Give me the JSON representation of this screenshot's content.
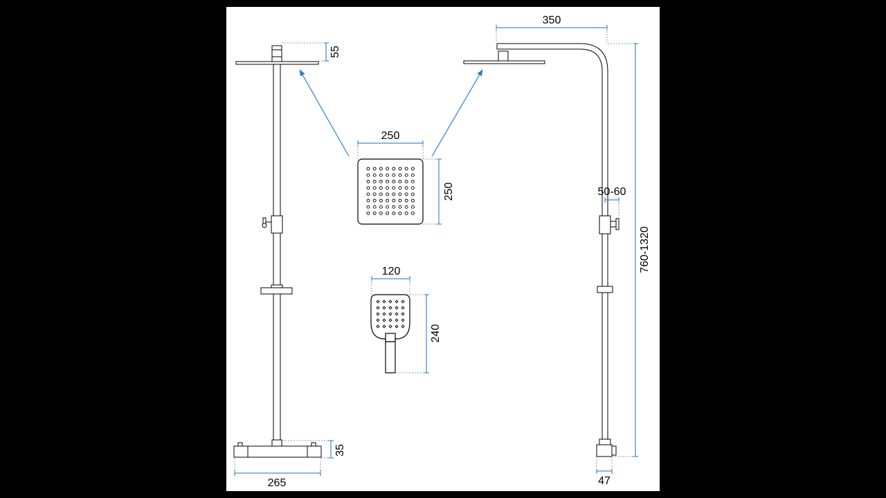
{
  "colors": {
    "background": "#000000",
    "sheet": "#ffffff",
    "outline": "#000000",
    "dimension": "#1a6fc4",
    "arrow": "#2d7fd0"
  },
  "dimensions": {
    "head_height": "55",
    "arm_length": "350",
    "head_width": "250",
    "head_depth": "250",
    "spacing": "50-60",
    "total_height": "760-1320",
    "hand_width": "120",
    "hand_length": "240",
    "mixer_height": "35",
    "mixer_width": "265",
    "base_depth": "47"
  }
}
